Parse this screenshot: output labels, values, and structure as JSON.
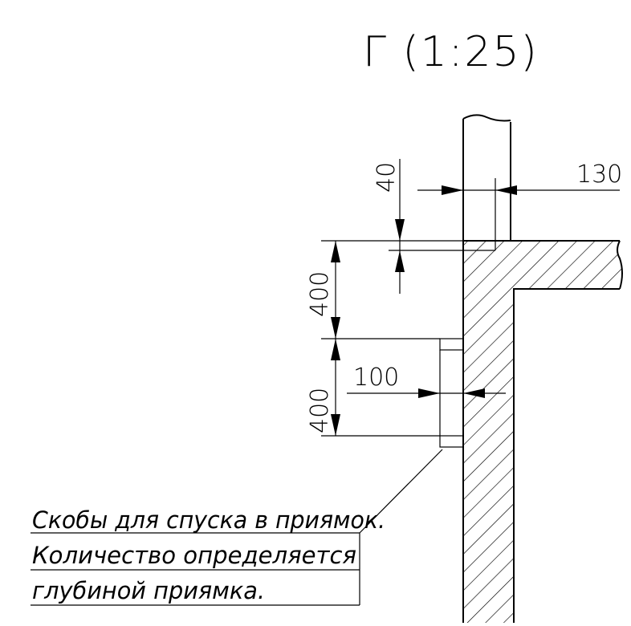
{
  "view": {
    "title": "Г (1:25)"
  },
  "dimensions": {
    "top_right": "130",
    "thickness_vertical": "40",
    "upper_step": "400",
    "lower_step": "400",
    "bracket_offset": "100"
  },
  "note": {
    "line1": "Скобы для спуска в приямок.",
    "line2": "Количество определяется",
    "line3": "глубиной приямка."
  },
  "colors": {
    "line": "#000000",
    "background": "#ffffff"
  }
}
